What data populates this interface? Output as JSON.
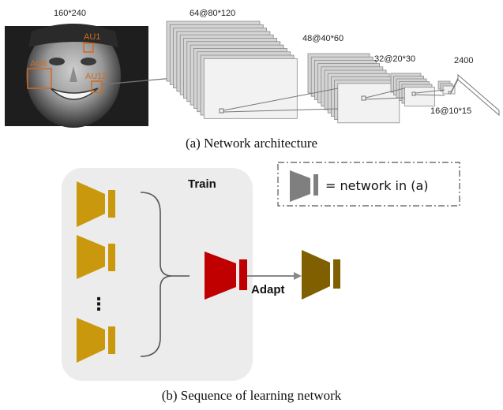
{
  "part_a": {
    "input_size": "160*240",
    "au_labels": [
      "AU1",
      "AU6",
      "AU12"
    ],
    "layers": [
      {
        "label": "64@80*120"
      },
      {
        "label": "48@40*60"
      },
      {
        "label": "32@20*30"
      },
      {
        "label": "16@10*15"
      },
      {
        "label": "2400"
      }
    ],
    "caption": "(a) Network architecture"
  },
  "part_b": {
    "train_label": "Train",
    "ellipsis": "⋮",
    "adapt_label": "Adapt",
    "legend_text": "= network in (a)",
    "caption": "(b) Sequence of learning network",
    "colors": {
      "gold": "#c9980d",
      "red": "#c00000",
      "brown": "#7f5f00",
      "gray": "#7f7f7f",
      "panel": "#ececec"
    }
  }
}
